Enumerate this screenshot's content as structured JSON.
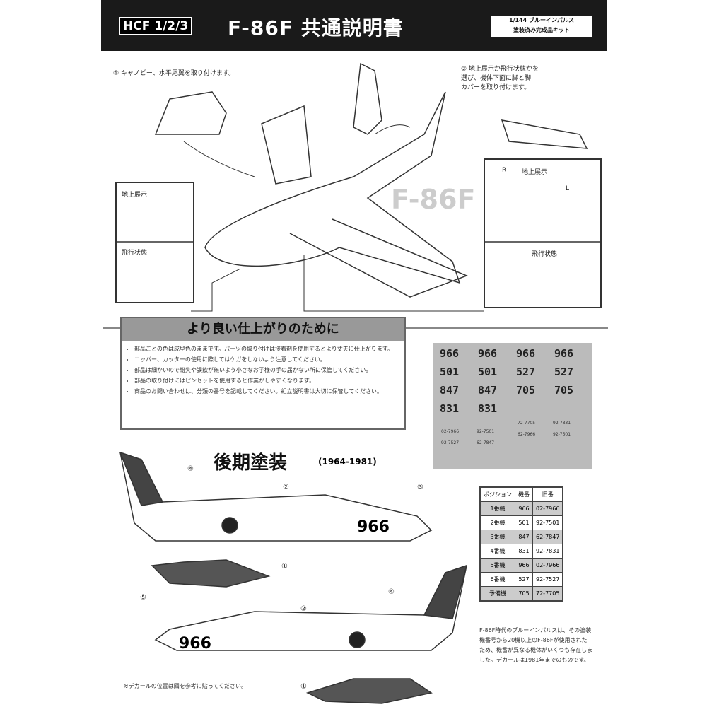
{
  "header": {
    "badge": "HCF 1/2/3",
    "title": "F-86F 共通説明書",
    "subtitle_1": "1/144 ブルーインパルス",
    "subtitle_2": "塗装済み完成品キット"
  },
  "steps": {
    "step1": "① キャノピー、水平尾翼を取り付けます。",
    "step2_1": "② 地上展示か飛行状態かを",
    "step2_2": "選び、機体下面に脚と脚",
    "step2_3": "カバーを取り付けます。"
  },
  "gear": {
    "ground": "地上展示",
    "flight": "飛行状態",
    "ground2": "地上展示",
    "flight2": "飛行状態",
    "l": "L",
    "r": "R"
  },
  "watermark": "F-86F",
  "tips": {
    "title": "より良い仕上がりのために",
    "items": [
      "部品ごとの色は成型色のままです。パーツの取り付けは接着剤を使用するとより丈夫に仕上がります。",
      "ニッパー、カッターの使用に際してはケガをしないよう注意してください。",
      "部品は細かいので紛失や誤飲が無いよう小さなお子様の手の届かない所に保管してください。",
      "部品の取り付けにはピンセットを使用すると作業がしやすくなります。",
      "商品のお問い合わせは、分類の番号を記載してください。組立説明書は大切に保管してください。"
    ]
  },
  "decals": {
    "big": [
      "966",
      "966",
      "966",
      "966",
      "501",
      "501",
      "527",
      "527",
      "847",
      "847",
      "705",
      "705",
      "831",
      "831"
    ],
    "small": [
      "02-7966",
      "92-7501",
      "92-7527",
      "62-7847",
      "72-7705",
      "92-7831",
      "62-7966",
      "92-7501"
    ]
  },
  "scheme": {
    "title": "後期塗装",
    "years": "(1964-1981)",
    "tail_no": "966",
    "callouts": [
      "④",
      "②",
      "③",
      "①",
      "⑤",
      "②",
      "④",
      "①"
    ]
  },
  "table": {
    "headers": [
      "ポジション",
      "機番",
      "旧番"
    ],
    "rows": [
      [
        "1番機",
        "966",
        "02-7966"
      ],
      [
        "2番機",
        "501",
        "92-7501"
      ],
      [
        "3番機",
        "847",
        "62-7847"
      ],
      [
        "4番機",
        "831",
        "92-7831"
      ],
      [
        "5番機",
        "966",
        "02-7966"
      ],
      [
        "6番機",
        "527",
        "92-7527"
      ],
      [
        "予備機",
        "705",
        "72-7705"
      ]
    ]
  },
  "description": "F-86F時代のブルーインパルスは、その塗装機番号から20機以上のF-86Fが使用されたため、機番が異なる機体がいくつも存在しました。デカールは1981年までのものです。",
  "footer": "※デカールの位置は図を参考に貼ってください。"
}
